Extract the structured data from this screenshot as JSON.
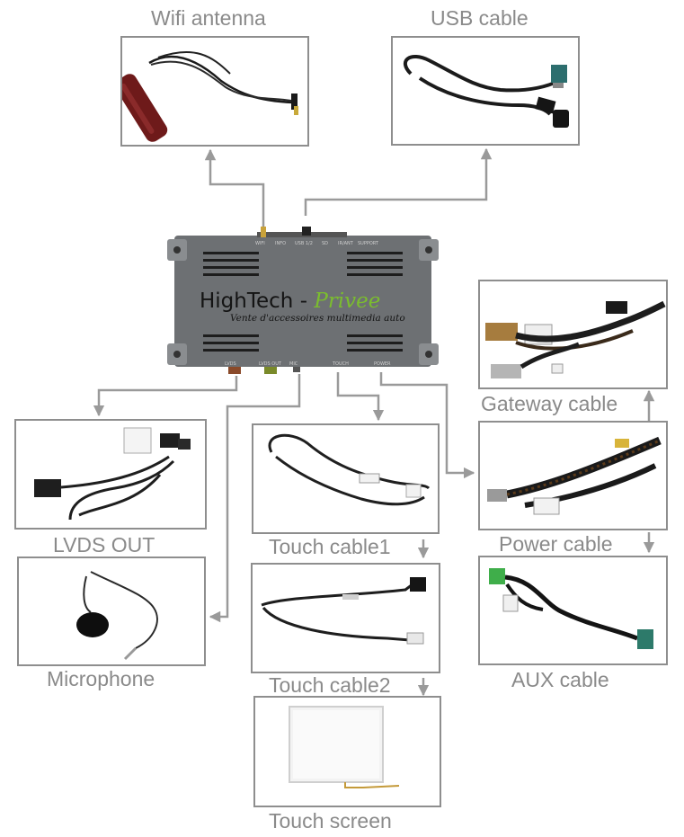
{
  "labels": {
    "wifi": "Wifi antenna",
    "usb": "USB cable",
    "gateway": "Gateway cable",
    "lvds": "LVDS OUT",
    "touch1": "Touch cable1",
    "power": "Power cable",
    "touch2": "Touch cable2",
    "aux": "AUX cable",
    "microphone": "Microphone",
    "touchscreen": "Touch screen"
  },
  "device": {
    "brand_main": "HighTech",
    "brand_dash": " - ",
    "brand_accent": "Privee",
    "tagline": "Vente d'accessoires multimedia auto",
    "ports_top": [
      "WIFI",
      "INFO",
      "USB 1/2",
      "SD",
      "IR/ANT",
      "SUPPORT"
    ],
    "ports_bottom": [
      "LVDS",
      "LVDS OUT",
      "MIC",
      "TOUCH",
      "POWER"
    ]
  },
  "colors": {
    "box_border": "#8e8e8e",
    "arrow": "#9a9a9a",
    "label": "#8a8a8a",
    "device_body": "#6d7073",
    "brand_accent": "#7bbd2e"
  }
}
